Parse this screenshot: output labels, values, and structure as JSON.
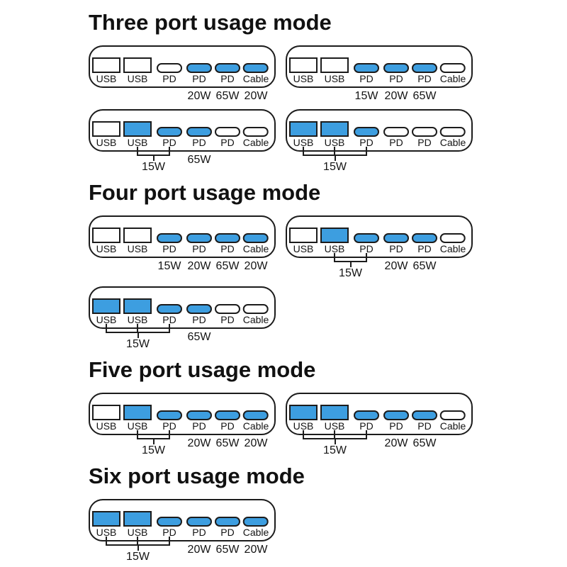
{
  "colors": {
    "port_active": "#3d9ee0",
    "port_inactive": "#ffffff",
    "outline": "#1c1c1c",
    "text": "#141414"
  },
  "sections": [
    {
      "title": "Three port usage mode",
      "rows": [
        {
          "panels": [
            {
              "ports": [
                {
                  "label": "USB",
                  "kind": "usb-a",
                  "active": false
                },
                {
                  "label": "USB",
                  "kind": "usb-a",
                  "active": false
                },
                {
                  "label": "PD",
                  "kind": "usb-c",
                  "active": false
                },
                {
                  "label": "PD",
                  "kind": "usb-c",
                  "active": true
                },
                {
                  "label": "PD",
                  "kind": "usb-c",
                  "active": true
                },
                {
                  "label": "Cable",
                  "kind": "usb-c",
                  "active": true
                }
              ],
              "watts": [
                {
                  "text": "20W",
                  "port": 3
                },
                {
                  "text": "65W",
                  "port": 4
                },
                {
                  "text": "20W",
                  "port": 5
                }
              ],
              "bracket": null
            },
            {
              "ports": [
                {
                  "label": "USB",
                  "kind": "usb-a",
                  "active": false
                },
                {
                  "label": "USB",
                  "kind": "usb-a",
                  "active": false
                },
                {
                  "label": "PD",
                  "kind": "usb-c",
                  "active": true
                },
                {
                  "label": "PD",
                  "kind": "usb-c",
                  "active": true
                },
                {
                  "label": "PD",
                  "kind": "usb-c",
                  "active": true
                },
                {
                  "label": "Cable",
                  "kind": "usb-c",
                  "active": false
                }
              ],
              "watts": [
                {
                  "text": "15W",
                  "port": 2
                },
                {
                  "text": "20W",
                  "port": 3
                },
                {
                  "text": "65W",
                  "port": 4
                }
              ],
              "bracket": null
            }
          ]
        },
        {
          "panels": [
            {
              "ports": [
                {
                  "label": "USB",
                  "kind": "usb-a",
                  "active": false
                },
                {
                  "label": "USB",
                  "kind": "usb-a",
                  "active": true
                },
                {
                  "label": "PD",
                  "kind": "usb-c",
                  "active": true
                },
                {
                  "label": "PD",
                  "kind": "usb-c",
                  "active": true
                },
                {
                  "label": "PD",
                  "kind": "usb-c",
                  "active": false
                },
                {
                  "label": "Cable",
                  "kind": "usb-c",
                  "active": false
                }
              ],
              "watts": [
                {
                  "text": "65W",
                  "port": 3
                }
              ],
              "bracket": {
                "ports": [
                  1,
                  2
                ],
                "label": "15W"
              }
            },
            {
              "ports": [
                {
                  "label": "USB",
                  "kind": "usb-a",
                  "active": true
                },
                {
                  "label": "USB",
                  "kind": "usb-a",
                  "active": true
                },
                {
                  "label": "PD",
                  "kind": "usb-c",
                  "active": true
                },
                {
                  "label": "PD",
                  "kind": "usb-c",
                  "active": false
                },
                {
                  "label": "PD",
                  "kind": "usb-c",
                  "active": false
                },
                {
                  "label": "Cable",
                  "kind": "usb-c",
                  "active": false
                }
              ],
              "watts": [],
              "bracket": {
                "ports": [
                  0,
                  1,
                  2
                ],
                "label": "15W"
              }
            }
          ]
        }
      ]
    },
    {
      "title": "Four port usage mode",
      "rows": [
        {
          "panels": [
            {
              "ports": [
                {
                  "label": "USB",
                  "kind": "usb-a",
                  "active": false
                },
                {
                  "label": "USB",
                  "kind": "usb-a",
                  "active": false
                },
                {
                  "label": "PD",
                  "kind": "usb-c",
                  "active": true
                },
                {
                  "label": "PD",
                  "kind": "usb-c",
                  "active": true
                },
                {
                  "label": "PD",
                  "kind": "usb-c",
                  "active": true
                },
                {
                  "label": "Cable",
                  "kind": "usb-c",
                  "active": true
                }
              ],
              "watts": [
                {
                  "text": "15W",
                  "port": 2
                },
                {
                  "text": "20W",
                  "port": 3
                },
                {
                  "text": "65W",
                  "port": 4
                },
                {
                  "text": "20W",
                  "port": 5
                }
              ],
              "bracket": null
            },
            {
              "ports": [
                {
                  "label": "USB",
                  "kind": "usb-a",
                  "active": false
                },
                {
                  "label": "USB",
                  "kind": "usb-a",
                  "active": true
                },
                {
                  "label": "PD",
                  "kind": "usb-c",
                  "active": true
                },
                {
                  "label": "PD",
                  "kind": "usb-c",
                  "active": true
                },
                {
                  "label": "PD",
                  "kind": "usb-c",
                  "active": true
                },
                {
                  "label": "Cable",
                  "kind": "usb-c",
                  "active": false
                }
              ],
              "watts": [
                {
                  "text": "20W",
                  "port": 3
                },
                {
                  "text": "65W",
                  "port": 4
                }
              ],
              "bracket": {
                "ports": [
                  1,
                  2
                ],
                "label": "15W"
              }
            }
          ]
        },
        {
          "panels": [
            {
              "ports": [
                {
                  "label": "USB",
                  "kind": "usb-a",
                  "active": true
                },
                {
                  "label": "USB",
                  "kind": "usb-a",
                  "active": true
                },
                {
                  "label": "PD",
                  "kind": "usb-c",
                  "active": true
                },
                {
                  "label": "PD",
                  "kind": "usb-c",
                  "active": true
                },
                {
                  "label": "PD",
                  "kind": "usb-c",
                  "active": false
                },
                {
                  "label": "Cable",
                  "kind": "usb-c",
                  "active": false
                }
              ],
              "watts": [
                {
                  "text": "65W",
                  "port": 3
                }
              ],
              "bracket": {
                "ports": [
                  0,
                  1,
                  2
                ],
                "label": "15W"
              }
            }
          ]
        }
      ]
    },
    {
      "title": "Five port usage mode",
      "rows": [
        {
          "panels": [
            {
              "ports": [
                {
                  "label": "USB",
                  "kind": "usb-a",
                  "active": false
                },
                {
                  "label": "USB",
                  "kind": "usb-a",
                  "active": true
                },
                {
                  "label": "PD",
                  "kind": "usb-c",
                  "active": true
                },
                {
                  "label": "PD",
                  "kind": "usb-c",
                  "active": true
                },
                {
                  "label": "PD",
                  "kind": "usb-c",
                  "active": true
                },
                {
                  "label": "Cable",
                  "kind": "usb-c",
                  "active": true
                }
              ],
              "watts": [
                {
                  "text": "20W",
                  "port": 3
                },
                {
                  "text": "65W",
                  "port": 4
                },
                {
                  "text": "20W",
                  "port": 5
                }
              ],
              "bracket": {
                "ports": [
                  1,
                  2
                ],
                "label": "15W"
              }
            },
            {
              "ports": [
                {
                  "label": "USB",
                  "kind": "usb-a",
                  "active": true
                },
                {
                  "label": "USB",
                  "kind": "usb-a",
                  "active": true
                },
                {
                  "label": "PD",
                  "kind": "usb-c",
                  "active": true
                },
                {
                  "label": "PD",
                  "kind": "usb-c",
                  "active": true
                },
                {
                  "label": "PD",
                  "kind": "usb-c",
                  "active": true
                },
                {
                  "label": "Cable",
                  "kind": "usb-c",
                  "active": false
                }
              ],
              "watts": [
                {
                  "text": "20W",
                  "port": 3
                },
                {
                  "text": "65W",
                  "port": 4
                }
              ],
              "bracket": {
                "ports": [
                  0,
                  1,
                  2
                ],
                "label": "15W"
              }
            }
          ]
        }
      ]
    },
    {
      "title": "Six port usage mode",
      "rows": [
        {
          "panels": [
            {
              "ports": [
                {
                  "label": "USB",
                  "kind": "usb-a",
                  "active": true
                },
                {
                  "label": "USB",
                  "kind": "usb-a",
                  "active": true
                },
                {
                  "label": "PD",
                  "kind": "usb-c",
                  "active": true
                },
                {
                  "label": "PD",
                  "kind": "usb-c",
                  "active": true
                },
                {
                  "label": "PD",
                  "kind": "usb-c",
                  "active": true
                },
                {
                  "label": "Cable",
                  "kind": "usb-c",
                  "active": true
                }
              ],
              "watts": [
                {
                  "text": "20W",
                  "port": 3
                },
                {
                  "text": "65W",
                  "port": 4
                },
                {
                  "text": "20W",
                  "port": 5
                }
              ],
              "bracket": {
                "ports": [
                  0,
                  1,
                  2
                ],
                "label": "15W"
              }
            }
          ]
        }
      ]
    }
  ]
}
